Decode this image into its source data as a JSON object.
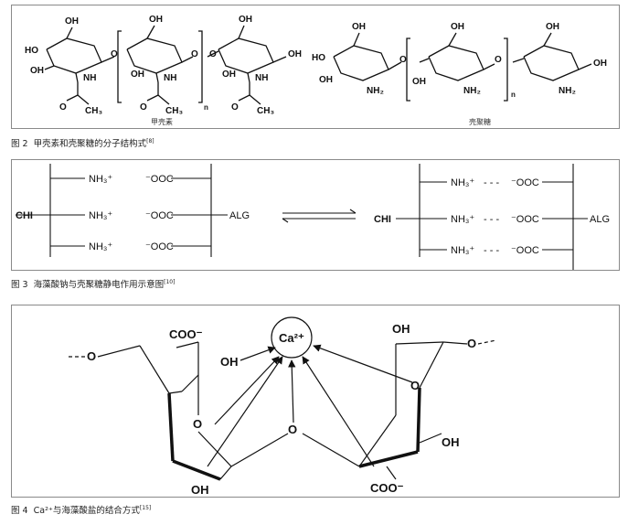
{
  "figure2": {
    "label_chitin": "甲壳素",
    "label_chitosan": "壳聚糖",
    "subscript_n": "n",
    "oh": "OH",
    "ho": "HO",
    "nh": "NH",
    "nh2": "NH₂",
    "ch3": "CH₃",
    "o": "O",
    "caption_prefix": "图 2",
    "caption_text": "甲壳素和壳聚糖的分子结构式",
    "caption_ref": "[8]"
  },
  "figure3": {
    "chi": "CHI",
    "alg": "ALG",
    "nh3": "NH₃⁺",
    "ooc": "⁻OOC",
    "dashes": "- - -",
    "caption_prefix": "图 3",
    "caption_text": "海藻酸钠与壳聚糖静电作用示意图",
    "caption_ref": "[10]"
  },
  "figure4": {
    "ca": "Ca²⁺",
    "coo_top": "COO⁻",
    "coo_bottom": "COO⁻",
    "oh": "OH",
    "o": "O",
    "caption_prefix": "图 4",
    "caption_text": "Ca²⁺与海藻酸盐的结合方式",
    "caption_ref": "[15]"
  }
}
